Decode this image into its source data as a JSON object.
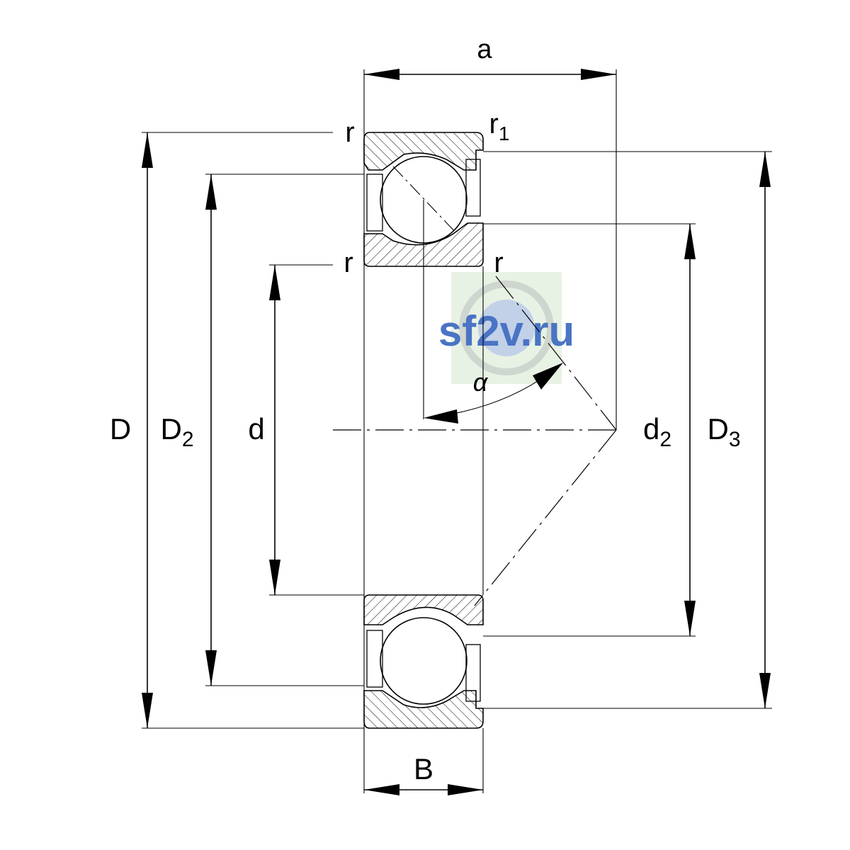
{
  "labels": {
    "a": "a",
    "B": "B",
    "D": "D",
    "D2": {
      "base": "D",
      "sub": "2"
    },
    "d": "d",
    "d2": {
      "base": "d",
      "sub": "2"
    },
    "D3": {
      "base": "D",
      "sub": "3"
    },
    "r_outer_top": "r",
    "r1": {
      "base": "r",
      "sub": "1"
    },
    "r_inner_left": "r",
    "r_inner_right": "r",
    "alpha": "α"
  },
  "watermark": {
    "text": "sf2v.ru",
    "color": "#4a74c4",
    "background": "#e8f2e4"
  }
}
